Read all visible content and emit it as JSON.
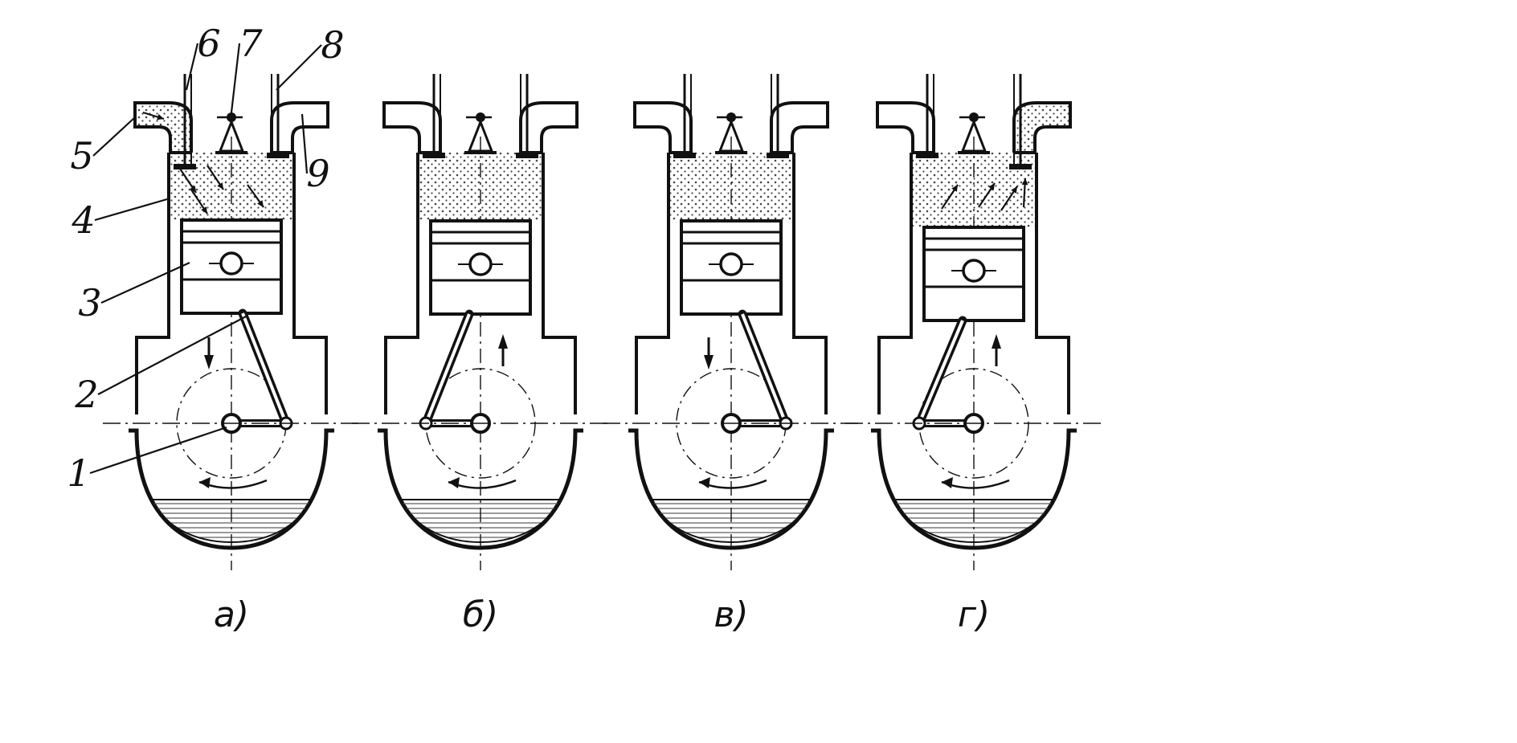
{
  "colors": {
    "ink": "#111111",
    "paper": "#ffffff",
    "charge": "#7a7a7a"
  },
  "callouts": [
    "1",
    "2",
    "3",
    "4",
    "5",
    "6",
    "7",
    "8",
    "9"
  ],
  "panels": [
    {
      "label": "а)",
      "piston_motion": "down",
      "charge_flow": "intake",
      "piston_level": "bottom"
    },
    {
      "label": "б)",
      "piston_motion": "up",
      "charge_flow": "none",
      "piston_level": "top"
    },
    {
      "label": "в)",
      "piston_motion": "down",
      "charge_flow": "none",
      "piston_level": "top"
    },
    {
      "label": "г)",
      "piston_motion": "up",
      "charge_flow": "exhaust",
      "piston_level": "middle"
    }
  ]
}
